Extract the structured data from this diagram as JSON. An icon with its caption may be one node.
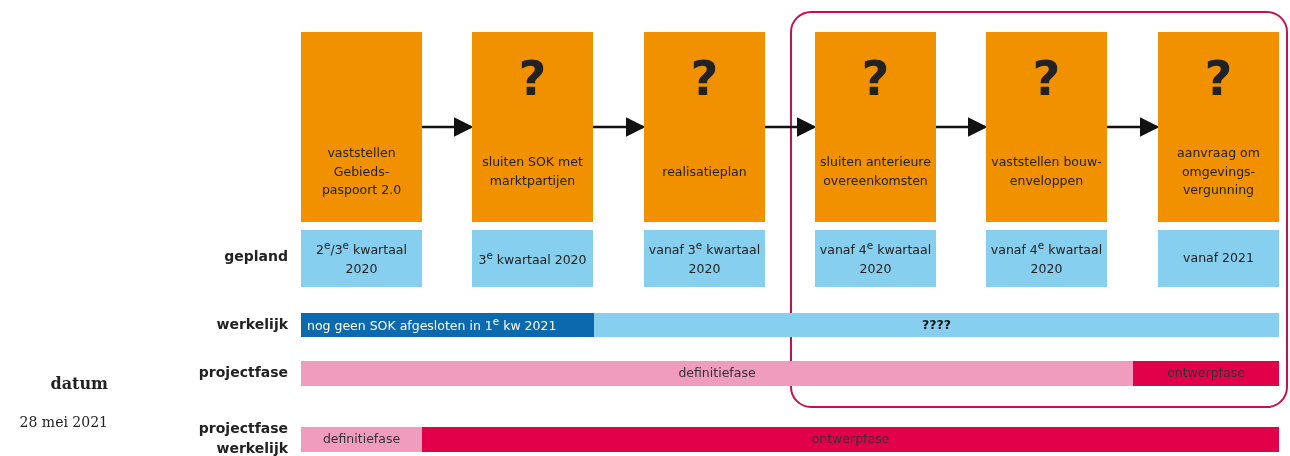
{
  "diagram": {
    "nodes": [
      {
        "text": [
          "vaststellen Gebieds- paspoort 2.0"
        ]
      },
      {
        "text": [
          "?",
          "sluiten SOK met marktpartijen"
        ]
      },
      {
        "text": [
          "?",
          "realisatieplan"
        ]
      },
      {
        "text": [
          "?",
          "sluiten anterieure overeenkomsten"
        ]
      },
      {
        "text": [
          "?",
          "vaststellen bouw- enveloppen"
        ]
      },
      {
        "text": [
          "?",
          "aanvraag om omgevings- vergunning"
        ]
      },
      {
        "text": [
          "2$^{e}$/3$^{e}$ kwartaal 2020"
        ]
      },
      {
        "text": [
          "3$^{e}$ kwartaal 2020"
        ]
      },
      {
        "text": [
          "vanaf 3$^{e}$ kwartaal 2020"
        ]
      },
      {
        "text": [
          "vanaf 4$^{e}$ kwartaal 2020"
        ]
      },
      {
        "text": [
          "vanaf 4$^{e}$ kwartaal 2020"
        ]
      },
      {
        "text": [
          "vanaf 2021"
        ]
      },
      {
        "text": [
          "nog geen SOK afgesloten in 1$^{e}$ kw 2021"
        ]
      },
      {
        "text": [
          "????"
        ]
      },
      {
        "text": [
          "definitiefase"
        ]
      },
      {
        "text": [
          "ontwerpfase"
        ]
      },
      {
        "text": [
          "definitiefase"
        ]
      },
      {
        "text": [
          "ontwerpfase"
        ]
      }
    ],
    "edges": [
      {
        "from": 0,
        "to": 1,
        "arrow": "to"
      },
      {
        "from": 1,
        "to": 2,
        "arrow": "to"
      },
      {
        "from": 2,
        "to": 3,
        "arrow": "to"
      },
      {
        "from": 3,
        "to": 4,
        "arrow": "to"
      },
      {
        "from": 4,
        "to": 5,
        "arrow": "to"
      }
    ],
    "labels": [
      "gepland",
      "werkelijk",
      "projectfase",
      "datum",
      "projectfase werkelijk",
      "28 mei 2021"
    ]
  }
}
